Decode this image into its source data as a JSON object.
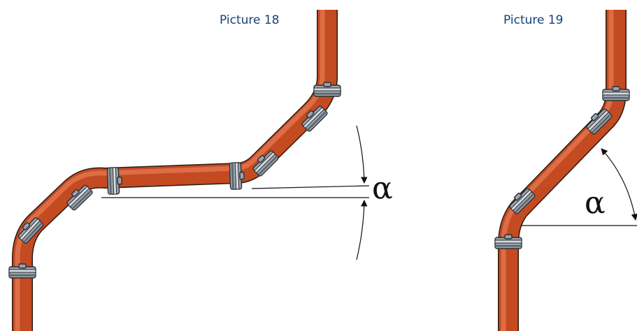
{
  "figures": [
    {
      "caption": "Picture 18",
      "angle_symbol": "α"
    },
    {
      "caption": "Picture 19",
      "angle_symbol": "α"
    }
  ],
  "colors": {
    "pipe": "#c44a22",
    "pipe_highlight": "#f08a63",
    "clamp": "#9aa3ad",
    "caption": "#17407a",
    "lines": "#111111"
  }
}
